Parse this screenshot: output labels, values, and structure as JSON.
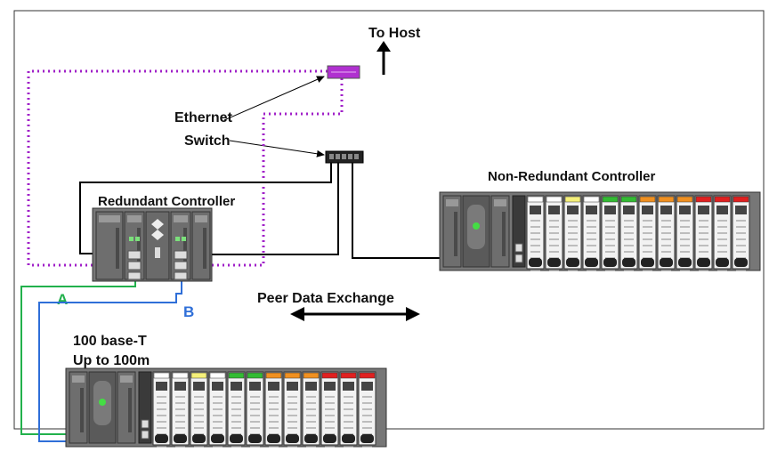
{
  "labels": {
    "to_host": "To Host",
    "ethernet": "Ethernet",
    "switch": "Switch",
    "redundant_controller": "Redundant Controller",
    "non_redundant_controller": "Non-Redundant Controller",
    "peer_data_exchange": "Peer Data Exchange",
    "link_a": "A",
    "link_b": "B",
    "media_line1": "100 base-T",
    "media_line2": "Up to 100m"
  },
  "colors": {
    "ethernet_link": "#a020c8",
    "link_a": "#22b14c",
    "link_b": "#2f6fd8",
    "control_network": "#000000",
    "module_body": "#6e6e6e",
    "io_card": "#f2f2f2"
  },
  "io_card_colors": [
    "#ffffff",
    "#ffffff",
    "#f5f07a",
    "#ffffff",
    "#33bb33",
    "#33bb33",
    "#f09020",
    "#f09020",
    "#f09020",
    "#e02020",
    "#e02020",
    "#e02020"
  ],
  "icons": {
    "arrow_up": "arrow-up-icon",
    "double_arrow": "double-arrow-icon",
    "switch": "ethernet-switch-icon"
  }
}
